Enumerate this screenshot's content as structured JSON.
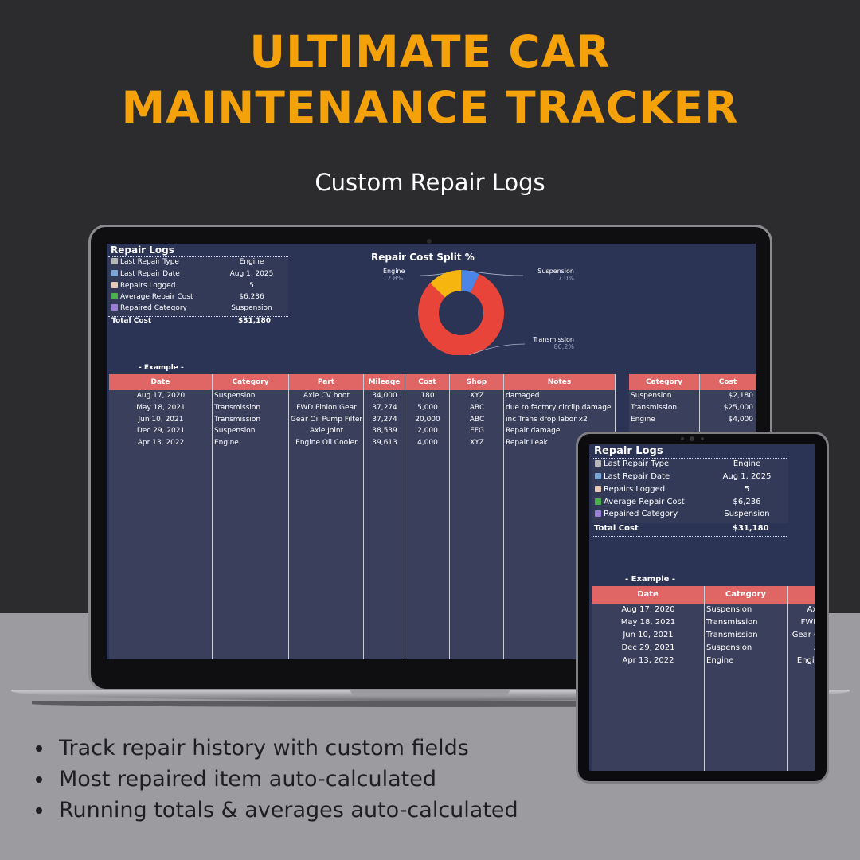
{
  "hero": {
    "title_line1": "ULTIMATE CAR",
    "title_line2": "MAINTENANCE TRACKER",
    "subtitle": "Custom Repair Logs"
  },
  "colors": {
    "accent": "#f5a20a",
    "sheet_bg": "#2b3454",
    "table_header": "#e06666",
    "table_body": "#3a3f5c"
  },
  "sheet": {
    "title": "Repair Logs",
    "summary": [
      {
        "icon": "wrench-icon",
        "label": "Last Repair Type",
        "value": "Engine"
      },
      {
        "icon": "calendar-icon",
        "label": "Last Repair Date",
        "value": "Aug 1, 2025"
      },
      {
        "icon": "clipboard-icon",
        "label": "Repairs Logged",
        "value": "5"
      },
      {
        "icon": "money-icon",
        "label": "Average Repair Cost",
        "value": "$6,236"
      },
      {
        "icon": "arrow-up-icon",
        "label": "Repaired Category",
        "value": "Suspension"
      }
    ],
    "total_label": "Total Cost",
    "total_value": "$31,180",
    "example_label": "- Example -",
    "columns": [
      "Date",
      "Category",
      "Part",
      "Mileage",
      "Cost",
      "Shop",
      "Notes"
    ],
    "rows": [
      [
        "Aug 17, 2020",
        "Suspension",
        "Axle CV boot",
        "34,000",
        "180",
        "XYZ",
        "damaged"
      ],
      [
        "May 18, 2021",
        "Transmission",
        "FWD Pinion Gear",
        "37,274",
        "5,000",
        "ABC",
        "due to factory circlip damage"
      ],
      [
        "Jun 10, 2021",
        "Transmission",
        "Gear Oil Pump Filter",
        "37,274",
        "20,000",
        "ABC",
        "inc Trans drop labor x2"
      ],
      [
        "Dec 29, 2021",
        "Suspension",
        "Axle Joint",
        "38,539",
        "2,000",
        "EFG",
        "Repair damage"
      ],
      [
        "Apr 13, 2022",
        "Engine",
        "Engine Oil Cooler",
        "39,613",
        "4,000",
        "XYZ",
        "Repair Leak"
      ]
    ],
    "cat_columns": [
      "Category",
      "Cost"
    ],
    "cat_rows": [
      [
        "Suspension",
        "$2,180"
      ],
      [
        "Transmission",
        "$25,000"
      ],
      [
        "Engine",
        "$4,000"
      ]
    ],
    "tablet_partial": {
      "part_col_cells": [
        "Axl",
        "FWD",
        "Gear C",
        "A",
        "Engin"
      ]
    }
  },
  "chart_data": {
    "type": "pie",
    "title": "Repair Cost Split %",
    "donut": true,
    "categories": [
      "Engine",
      "Suspension",
      "Transmission"
    ],
    "values": [
      12.8,
      7.0,
      80.2
    ],
    "value_labels": [
      "12.8%",
      "7.0%",
      "80.2%"
    ],
    "colors": [
      "#f6b60f",
      "#4a86e8",
      "#e8443a"
    ]
  },
  "bullets": [
    "Track repair history with custom fields",
    "Most repaired item auto-calculated",
    "Running totals & averages auto-calculated"
  ]
}
